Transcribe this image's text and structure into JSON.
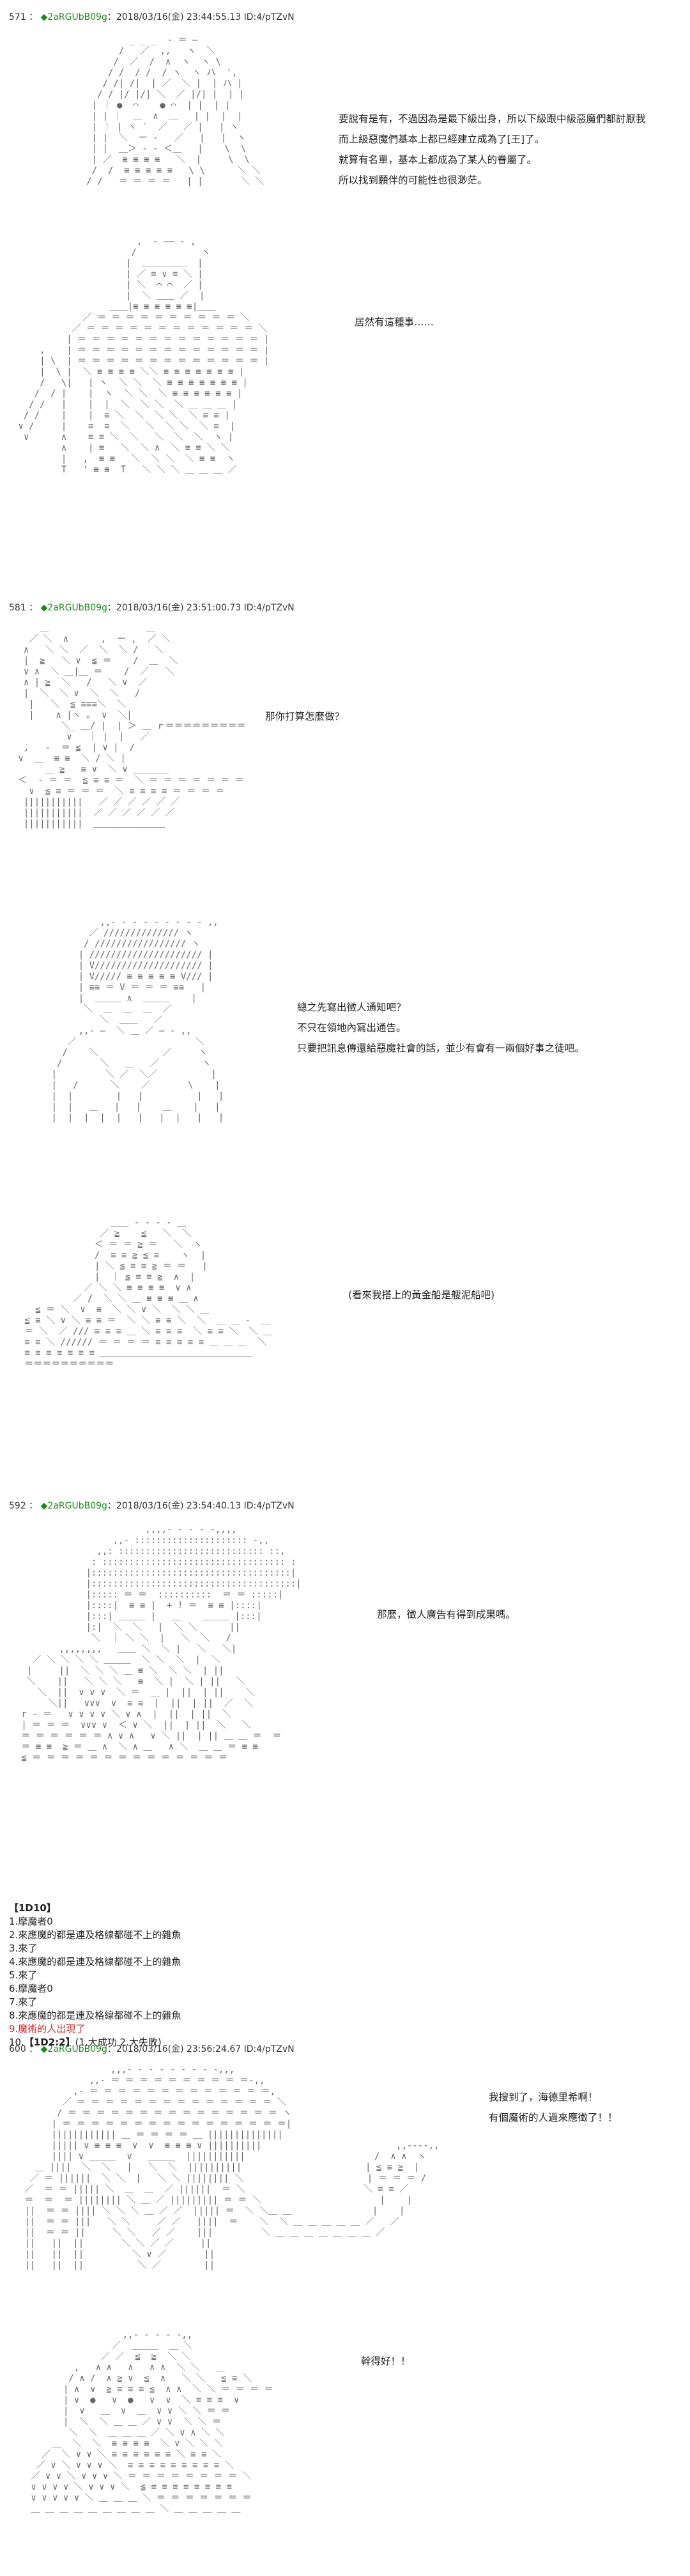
{
  "posts": [
    {
      "num": "571",
      "trip": "◆2aRGUbB09g",
      "meta": "2018/03/16(金) 23:44:55.13 ID:4/pTZvN"
    },
    {
      "num": "581",
      "trip": "◆2aRGUbB09g",
      "meta": "2018/03/16(金) 23:51:00.73 ID:4/pTZvN"
    },
    {
      "num": "592",
      "trip": "◆2aRGUbB09g",
      "meta": "2018/03/16(金) 23:54:40.13 ID:4/pTZvN"
    },
    {
      "num": "600",
      "trip": "◆2aRGUbB09g",
      "meta": "2018/03/16(金) 23:56:24.67 ID:4/pTZvN"
    }
  ],
  "header_sep": " ：",
  "header_suffix": "：",
  "dialogs": {
    "d1": [
      "要說有是有，不過因為是最下級出身，所以下級跟中級惡魔們都討厭我",
      "而上級惡魔們基本上都已經建立成為了[王]了。",
      "就算有名單，基本上都成為了某人的眷屬了。",
      "所以找到願伴的可能性也很渺茫。"
    ],
    "d2": [
      "居然有這種事……"
    ],
    "d3": [
      "那你打算怎麼做？"
    ],
    "d4": [
      "總之先寫出徵人通知吧？",
      "不只在領地內寫出通告。",
      "只要把訊息傳還給惡魔社會的話，並少有會有一兩個好事之徒吧。"
    ],
    "d5": [
      "(看來我搭上的黃金船是艘泥船吧)"
    ],
    "d6": [
      "那麼，徵人廣告有得到成果嗎。"
    ],
    "d7": [
      "我搜到了，海德里希啊！",
      "有個魔術的人過來應徵了！！"
    ],
    "d8": [
      "幹得好！！"
    ]
  },
  "dice": {
    "title": "【1D10】",
    "lines": [
      "1.摩魔者0",
      "2.來應魔的都是連及格線都碰不上的雜魚",
      "3.來了",
      "4.來應魔的都是連及格線都碰不上的雜魚",
      "5.來了",
      "6.摩魔者0",
      "7.來了",
      "8.來應魔的都是連及格線都碰不上的雜魚"
    ],
    "red_line": "9.魔術的人出現了",
    "last_prefix": "10.",
    "last_bold": "【1D2:2】",
    "last_rest": "(1.大成功 2.大失敗)"
  }
}
